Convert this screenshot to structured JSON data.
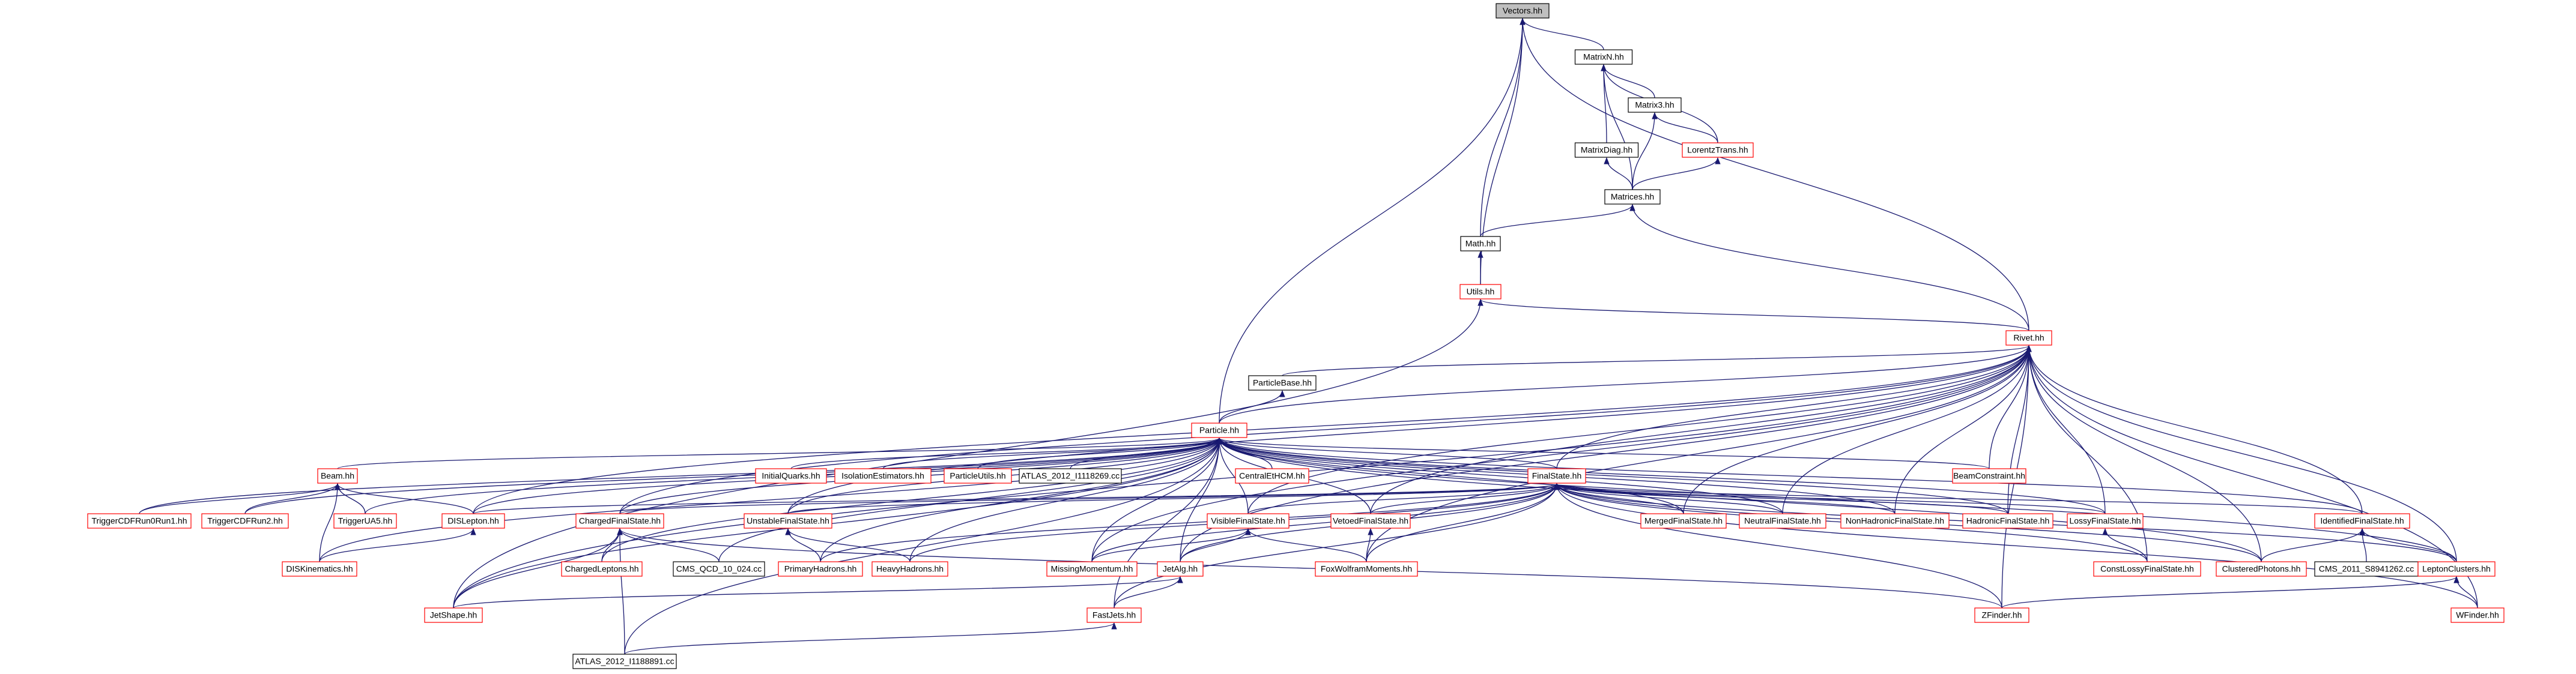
{
  "colors": {
    "edge": "#191970",
    "border_default": "#000000",
    "border_red": "#ff0000",
    "root_fill": "#bfbfbf",
    "node_fill": "#ffffff"
  },
  "nodes": [
    {
      "id": "vectors",
      "label": "Vectors.hh",
      "color": "black",
      "root": true
    },
    {
      "id": "matrixn",
      "label": "MatrixN.hh",
      "color": "black"
    },
    {
      "id": "matrix3",
      "label": "Matrix3.hh",
      "color": "black"
    },
    {
      "id": "matrixdiag",
      "label": "MatrixDiag.hh",
      "color": "black"
    },
    {
      "id": "lorentztrans",
      "label": "LorentzTrans.hh",
      "color": "red"
    },
    {
      "id": "matrices",
      "label": "Matrices.hh",
      "color": "black"
    },
    {
      "id": "math",
      "label": "Math.hh",
      "color": "black"
    },
    {
      "id": "utils",
      "label": "Utils.hh",
      "color": "red"
    },
    {
      "id": "rivet",
      "label": "Rivet.hh",
      "color": "red"
    },
    {
      "id": "particlebase",
      "label": "ParticleBase.hh",
      "color": "black"
    },
    {
      "id": "particle",
      "label": "Particle.hh",
      "color": "red"
    },
    {
      "id": "initialquarks",
      "label": "InitialQuarks.hh",
      "color": "red"
    },
    {
      "id": "isolationestimators",
      "label": "IsolationEstimators.hh",
      "color": "red"
    },
    {
      "id": "particleutils",
      "label": "ParticleUtils.hh",
      "color": "red"
    },
    {
      "id": "atlas2012_1118269",
      "label": "ATLAS_2012_I1118269.cc",
      "color": "black"
    },
    {
      "id": "centraletcm",
      "label": "CentralEtHCM.hh",
      "color": "red"
    },
    {
      "id": "beamconstraint",
      "label": "BeamConstraint.hh",
      "color": "red"
    },
    {
      "id": "beam",
      "label": "Beam.hh",
      "color": "red"
    },
    {
      "id": "finalstate",
      "label": "FinalState.hh",
      "color": "red"
    },
    {
      "id": "triggercdf1",
      "label": "TriggerCDFRun0Run1.hh",
      "color": "red"
    },
    {
      "id": "triggercdf2",
      "label": "TriggerCDFRun2.hh",
      "color": "red"
    },
    {
      "id": "triggerua5",
      "label": "TriggerUA5.hh",
      "color": "red"
    },
    {
      "id": "dislepton",
      "label": "DISLepton.hh",
      "color": "red"
    },
    {
      "id": "chargedfinalstate",
      "label": "ChargedFinalState.hh",
      "color": "red"
    },
    {
      "id": "unstablefinalstate",
      "label": "UnstableFinalState.hh",
      "color": "red"
    },
    {
      "id": "visiblefinalstate",
      "label": "VisibleFinalState.hh",
      "color": "red"
    },
    {
      "id": "vetoedfinalstate",
      "label": "VetoedFinalState.hh",
      "color": "red"
    },
    {
      "id": "mergedfinalstate",
      "label": "MergedFinalState.hh",
      "color": "red"
    },
    {
      "id": "neutralfinalstate",
      "label": "NeutralFinalState.hh",
      "color": "red"
    },
    {
      "id": "nonhadronicfinalstate",
      "label": "NonHadronicFinalState.hh",
      "color": "red"
    },
    {
      "id": "hadronicfinalstate",
      "label": "HadronicFinalState.hh",
      "color": "red"
    },
    {
      "id": "lossyfinalstate",
      "label": "LossyFinalState.hh",
      "color": "red"
    },
    {
      "id": "identifiedfinalstate",
      "label": "IdentifiedFinalState.hh",
      "color": "red"
    },
    {
      "id": "diskinematics",
      "label": "DISKinematics.hh",
      "color": "red"
    },
    {
      "id": "chargedleptons",
      "label": "ChargedLeptons.hh",
      "color": "red"
    },
    {
      "id": "cmsqcd",
      "label": "CMS_QCD_10_024.cc",
      "color": "black"
    },
    {
      "id": "primaryhadrons",
      "label": "PrimaryHadrons.hh",
      "color": "red"
    },
    {
      "id": "heavyhadrons",
      "label": "HeavyHadrons.hh",
      "color": "red"
    },
    {
      "id": "missingmomentum",
      "label": "MissingMomentum.hh",
      "color": "red"
    },
    {
      "id": "jetalg",
      "label": "JetAlg.hh",
      "color": "red"
    },
    {
      "id": "foxwolfram",
      "label": "FoxWolframMoments.hh",
      "color": "red"
    },
    {
      "id": "constlossy",
      "label": "ConstLossyFinalState.hh",
      "color": "red"
    },
    {
      "id": "clusteredphotons",
      "label": "ClusteredPhotons.hh",
      "color": "red"
    },
    {
      "id": "cms2011",
      "label": "CMS_2011_S8941262.cc",
      "color": "black"
    },
    {
      "id": "leptonclusters",
      "label": "LeptonClusters.hh",
      "color": "red"
    },
    {
      "id": "jetshape",
      "label": "JetShape.hh",
      "color": "red"
    },
    {
      "id": "fastjets",
      "label": "FastJets.hh",
      "color": "red"
    },
    {
      "id": "zfinder",
      "label": "ZFinder.hh",
      "color": "red"
    },
    {
      "id": "wfinder",
      "label": "WFinder.hh",
      "color": "red"
    },
    {
      "id": "atlas2012_1188891",
      "label": "ATLAS_2012_I1188891.cc",
      "color": "black"
    }
  ],
  "edges": [
    [
      "matrixn",
      "vectors"
    ],
    [
      "math",
      "vectors"
    ],
    [
      "utils",
      "vectors"
    ],
    [
      "rivet",
      "vectors"
    ],
    [
      "particle",
      "vectors"
    ],
    [
      "matrix3",
      "matrixn"
    ],
    [
      "matrixdiag",
      "matrixn"
    ],
    [
      "lorentztrans",
      "matrixn"
    ],
    [
      "matrices",
      "matrixn"
    ],
    [
      "lorentztrans",
      "matrix3"
    ],
    [
      "matrices",
      "matrix3"
    ],
    [
      "matrices",
      "matrixdiag"
    ],
    [
      "matrices",
      "lorentztrans"
    ],
    [
      "math",
      "matrices"
    ],
    [
      "rivet",
      "matrices"
    ],
    [
      "utils",
      "math"
    ],
    [
      "rivet",
      "utils"
    ],
    [
      "jetshape",
      "utils"
    ],
    [
      "particlebase",
      "rivet"
    ],
    [
      "particle",
      "rivet"
    ],
    [
      "particle",
      "particlebase"
    ],
    [
      "beamconstraint",
      "rivet"
    ],
    [
      "finalstate",
      "rivet"
    ],
    [
      "chargedfinalstate",
      "rivet"
    ],
    [
      "visiblefinalstate",
      "rivet"
    ],
    [
      "identifiedfinalstate",
      "rivet"
    ],
    [
      "leptonclusters",
      "rivet"
    ],
    [
      "zfinder",
      "rivet"
    ],
    [
      "wfinder",
      "rivet"
    ],
    [
      "jetshape",
      "rivet"
    ],
    [
      "lossyfinalstate",
      "rivet"
    ],
    [
      "constlossy",
      "rivet"
    ],
    [
      "clusteredphotons",
      "rivet"
    ],
    [
      "hadronicfinalstate",
      "rivet"
    ],
    [
      "nonhadronicfinalstate",
      "rivet"
    ],
    [
      "neutralfinalstate",
      "rivet"
    ],
    [
      "mergedfinalstate",
      "rivet"
    ],
    [
      "vetoedfinalstate",
      "rivet"
    ],
    [
      "missingmomentum",
      "rivet"
    ],
    [
      "jetalg",
      "rivet"
    ],
    [
      "foxwolfram",
      "rivet"
    ],
    [
      "unstablefinalstate",
      "rivet"
    ],
    [
      "dislepton",
      "rivet"
    ],
    [
      "initialquarks",
      "particle"
    ],
    [
      "isolationestimators",
      "particle"
    ],
    [
      "particleutils",
      "particle"
    ],
    [
      "atlas2012_1118269",
      "particle"
    ],
    [
      "centraletcm",
      "particle"
    ],
    [
      "beamconstraint",
      "particle"
    ],
    [
      "beam",
      "particle"
    ],
    [
      "finalstate",
      "particle"
    ],
    [
      "triggercdf1",
      "particle"
    ],
    [
      "triggercdf2",
      "particle"
    ],
    [
      "triggerua5",
      "particle"
    ],
    [
      "dislepton",
      "particle"
    ],
    [
      "chargedfinalstate",
      "particle"
    ],
    [
      "unstablefinalstate",
      "particle"
    ],
    [
      "visiblefinalstate",
      "particle"
    ],
    [
      "vetoedfinalstate",
      "particle"
    ],
    [
      "mergedfinalstate",
      "particle"
    ],
    [
      "neutralfinalstate",
      "particle"
    ],
    [
      "nonhadronicfinalstate",
      "particle"
    ],
    [
      "hadronicfinalstate",
      "particle"
    ],
    [
      "lossyfinalstate",
      "particle"
    ],
    [
      "identifiedfinalstate",
      "particle"
    ],
    [
      "diskinematics",
      "particle"
    ],
    [
      "chargedleptons",
      "particle"
    ],
    [
      "cmsqcd",
      "particle"
    ],
    [
      "primaryhadrons",
      "particle"
    ],
    [
      "heavyhadrons",
      "particle"
    ],
    [
      "missingmomentum",
      "particle"
    ],
    [
      "jetalg",
      "particle"
    ],
    [
      "fastjets",
      "particle"
    ],
    [
      "jetshape",
      "particle"
    ],
    [
      "atlas2012_1188891",
      "particle"
    ],
    [
      "leptonclusters",
      "particle"
    ],
    [
      "clusteredphotons",
      "particle"
    ],
    [
      "triggercdf1",
      "beam"
    ],
    [
      "triggercdf2",
      "beam"
    ],
    [
      "triggerua5",
      "beam"
    ],
    [
      "dislepton",
      "beam"
    ],
    [
      "diskinematics",
      "beam"
    ],
    [
      "diskinematics",
      "dislepton"
    ],
    [
      "chargedfinalstate",
      "finalstate"
    ],
    [
      "unstablefinalstate",
      "finalstate"
    ],
    [
      "visiblefinalstate",
      "finalstate"
    ],
    [
      "vetoedfinalstate",
      "finalstate"
    ],
    [
      "mergedfinalstate",
      "finalstate"
    ],
    [
      "neutralfinalstate",
      "finalstate"
    ],
    [
      "nonhadronicfinalstate",
      "finalstate"
    ],
    [
      "hadronicfinalstate",
      "finalstate"
    ],
    [
      "lossyfinalstate",
      "finalstate"
    ],
    [
      "identifiedfinalstate",
      "finalstate"
    ],
    [
      "dislepton",
      "finalstate"
    ],
    [
      "missingmomentum",
      "finalstate"
    ],
    [
      "jetalg",
      "finalstate"
    ],
    [
      "fastjets",
      "finalstate"
    ],
    [
      "foxwolfram",
      "finalstate"
    ],
    [
      "constlossy",
      "finalstate"
    ],
    [
      "clusteredphotons",
      "finalstate"
    ],
    [
      "leptonclusters",
      "finalstate"
    ],
    [
      "zfinder",
      "finalstate"
    ],
    [
      "wfinder",
      "finalstate"
    ],
    [
      "primaryhadrons",
      "finalstate"
    ],
    [
      "heavyhadrons",
      "finalstate"
    ],
    [
      "chargedleptons",
      "chargedfinalstate"
    ],
    [
      "cmsqcd",
      "chargedfinalstate"
    ],
    [
      "jetshape",
      "chargedfinalstate"
    ],
    [
      "atlas2012_1188891",
      "chargedfinalstate"
    ],
    [
      "zfinder",
      "chargedfinalstate"
    ],
    [
      "primaryhadrons",
      "unstablefinalstate"
    ],
    [
      "heavyhadrons",
      "unstablefinalstate"
    ],
    [
      "missingmomentum",
      "visiblefinalstate"
    ],
    [
      "jetalg",
      "visiblefinalstate"
    ],
    [
      "foxwolfram",
      "visiblefinalstate"
    ],
    [
      "foxwolfram",
      "vetoedfinalstate"
    ],
    [
      "constlossy",
      "lossyfinalstate"
    ],
    [
      "clusteredphotons",
      "identifiedfinalstate"
    ],
    [
      "cms2011",
      "identifiedfinalstate"
    ],
    [
      "leptonclusters",
      "identifiedfinalstate"
    ],
    [
      "zfinder",
      "leptonclusters"
    ],
    [
      "wfinder",
      "leptonclusters"
    ],
    [
      "jetshape",
      "jetalg"
    ],
    [
      "fastjets",
      "jetalg"
    ],
    [
      "atlas2012_1188891",
      "fastjets"
    ]
  ]
}
